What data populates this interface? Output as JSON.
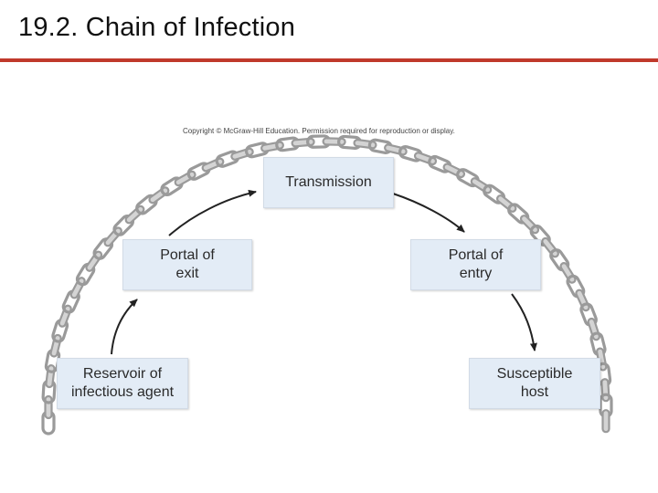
{
  "slide": {
    "title": "19.2. Chain of Infection",
    "accent_color": "#c0392b"
  },
  "figure": {
    "copyright": "Copyright © McGraw-Hill Education. Permission required for reproduction or display.",
    "nodes": [
      {
        "id": "reservoir",
        "label": "Reservoir of\ninfectious agent"
      },
      {
        "id": "portal-exit",
        "label": "Portal of\nexit"
      },
      {
        "id": "transmission",
        "label": "Transmission"
      },
      {
        "id": "portal-entry",
        "label": "Portal of\nentry"
      },
      {
        "id": "host",
        "label": "Susceptible\nhost"
      }
    ],
    "flow": [
      "reservoir",
      "portal-exit",
      "transmission",
      "portal-entry",
      "host"
    ],
    "node_fill": "#e3ecf6",
    "chain_color": "#9a9a9a",
    "arrow_color": "#222222"
  }
}
